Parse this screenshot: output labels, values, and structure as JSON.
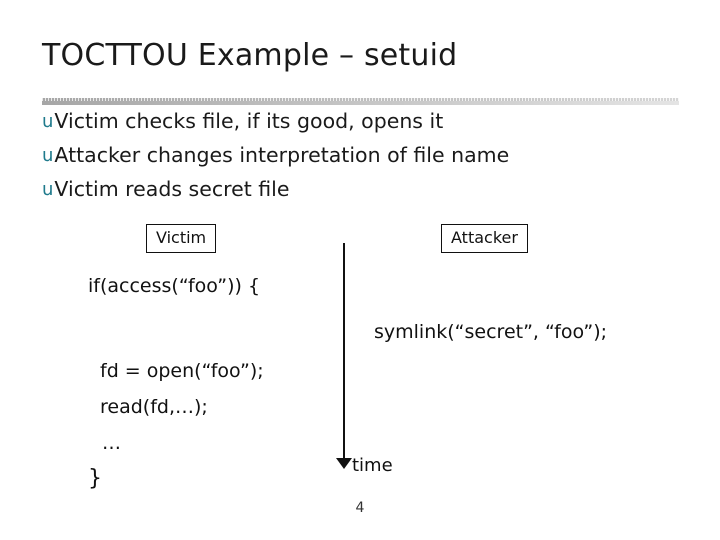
{
  "slide": {
    "title": "TOCTTOU Example – setuid",
    "bullet_marker": "u",
    "bullets": [
      "Victim checks file, if its good, opens it",
      "Attacker changes interpretation of file name",
      "Victim reads secret file"
    ],
    "diagram": {
      "victim_label": "Victim",
      "attacker_label": "Attacker",
      "victim_code": [
        "if(access(“foo”)) {",
        "fd = open(“foo”);",
        "read(fd,…);",
        "…",
        "}"
      ],
      "attacker_code": "symlink(“secret”, “foo”);",
      "time_label": "time"
    },
    "page_number": "4",
    "colors": {
      "bullet_marker": "#1f7a8c",
      "text": "#1a1a1a",
      "rule": "#b9b9b9"
    }
  }
}
